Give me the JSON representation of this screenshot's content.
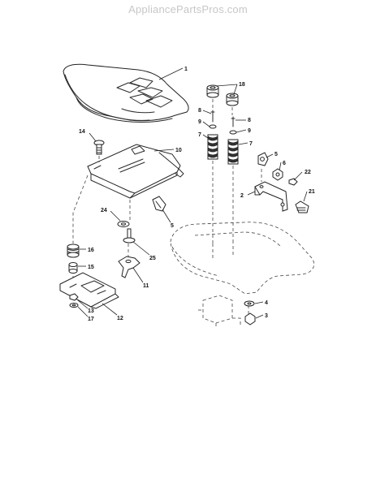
{
  "watermark": "AppliancePartsPros.com",
  "callouts": [
    {
      "key": "c1",
      "text": "1"
    },
    {
      "key": "c18",
      "text": "18"
    },
    {
      "key": "c8a",
      "text": "8"
    },
    {
      "key": "c8b",
      "text": "8"
    },
    {
      "key": "c9a",
      "text": "9"
    },
    {
      "key": "c9b",
      "text": "9"
    },
    {
      "key": "c7a",
      "text": "7"
    },
    {
      "key": "c7b",
      "text": "7"
    },
    {
      "key": "c14",
      "text": "14"
    },
    {
      "key": "c10",
      "text": "10"
    },
    {
      "key": "c5a",
      "text": "5"
    },
    {
      "key": "c6",
      "text": "6"
    },
    {
      "key": "c22",
      "text": "22"
    },
    {
      "key": "c2",
      "text": "2"
    },
    {
      "key": "c21",
      "text": "21"
    },
    {
      "key": "c24",
      "text": "24"
    },
    {
      "key": "c5b",
      "text": "5"
    },
    {
      "key": "c16",
      "text": "16"
    },
    {
      "key": "c25",
      "text": "25"
    },
    {
      "key": "c15",
      "text": "15"
    },
    {
      "key": "c11",
      "text": "11"
    },
    {
      "key": "c4",
      "text": "4"
    },
    {
      "key": "c13",
      "text": "13"
    },
    {
      "key": "c17",
      "text": "17"
    },
    {
      "key": "c12",
      "text": "12"
    },
    {
      "key": "c3",
      "text": "3"
    }
  ]
}
